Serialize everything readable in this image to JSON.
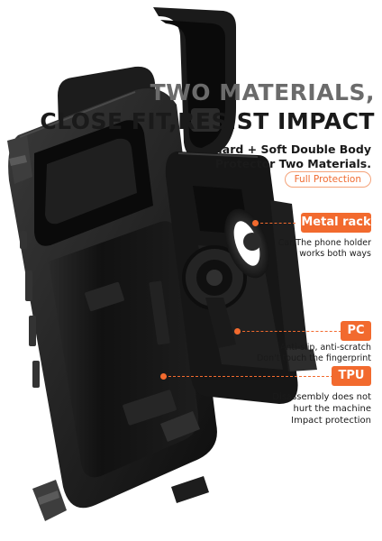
{
  "headline": {
    "line1": "TWO MATERIALS,",
    "line2": "CLOSE FIT,RESIST IMPACT"
  },
  "subtitle": {
    "line1": "Hard + Soft Double Body",
    "line2": "Protector Two Materials."
  },
  "badge": "Full Protection",
  "features": {
    "metal_rack": {
      "label": "Metal rack",
      "line1": "Car/The phone holder",
      "line2": "works both ways"
    },
    "pc": {
      "label": "PC",
      "line1": "Anti-slip, anti-scratch",
      "line2": "Don't touch the fingerprint"
    },
    "tpu": {
      "label": "TPU",
      "line1": "Disassembly does not",
      "line2": "hurt the machine",
      "line3": "Impact protection"
    }
  },
  "colors": {
    "accent": "#f26a2e",
    "case_black": "#141414",
    "headline_gray": "#6b6b6b"
  }
}
